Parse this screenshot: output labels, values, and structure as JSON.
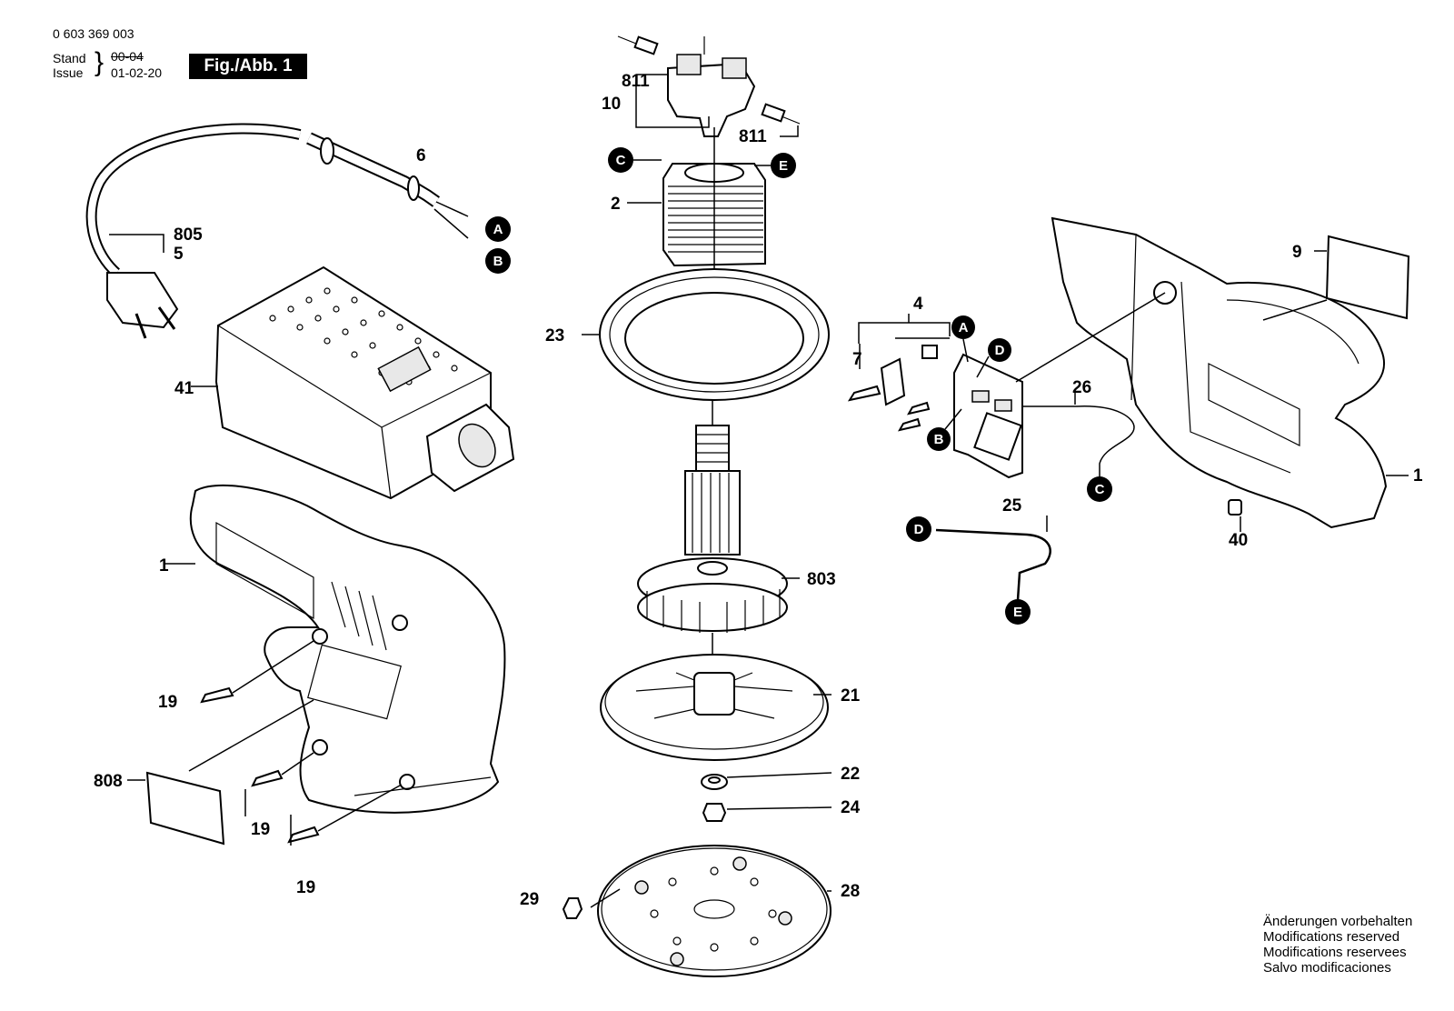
{
  "header": {
    "doc_number": "0 603 369 003",
    "stand_label": "Stand",
    "issue_label": "Issue",
    "stand_date_struck": "00-04",
    "issue_date": "01-02-20",
    "figure_label": "Fig./Abb. 1"
  },
  "notes": [
    "Änderungen vorbehalten",
    "Modifications reserved",
    "Modifications reservees",
    "Salvo modificaciones"
  ],
  "part_labels": {
    "p811a": "811",
    "p811b": "811",
    "p10": "10",
    "p2": "2",
    "p23": "23",
    "p6": "6",
    "p805": "805",
    "p5": "5",
    "p41": "41",
    "p1_left": "1",
    "p19a": "19",
    "p19b": "19",
    "p19c": "19",
    "p808": "808",
    "p803": "803",
    "p21": "21",
    "p22": "22",
    "p24": "24",
    "p28": "28",
    "p29": "29",
    "p4": "4",
    "p7": "7",
    "p26": "26",
    "p25": "25",
    "p9": "9",
    "p1_right": "1",
    "p40": "40"
  },
  "markers": {
    "a1": "A",
    "b1": "B",
    "c1": "C",
    "e1": "E",
    "a2": "A",
    "d2": "D",
    "b2": "B",
    "c2": "C",
    "d3": "D",
    "e3": "E"
  }
}
